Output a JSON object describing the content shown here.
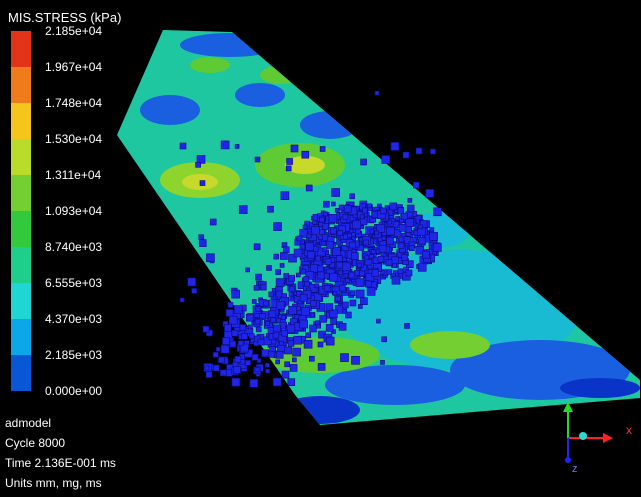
{
  "viewer": {
    "title": "MIS.STRESS (kPa)",
    "legend_ticks": [
      "2.185e+04",
      "1.967e+04",
      "1.748e+04",
      "1.530e+04",
      "1.311e+04",
      "1.093e+04",
      "8.740e+03",
      "6.555e+03",
      "4.370e+03",
      "2.185e+03",
      "0.000e+00"
    ],
    "legend_colors": [
      "#e33318",
      "#f07b1a",
      "#f5c51c",
      "#b9dc2b",
      "#73cf32",
      "#32c93c",
      "#1ecf8b",
      "#1fd6d4",
      "#0ba7e9",
      "#0a57d6"
    ],
    "info": {
      "model": "admodel",
      "cycle": "Cycle 8000",
      "time": "Time 2.136E-001 ms",
      "units": "Units mm, mg, ms"
    },
    "axes": {
      "x": "x",
      "z": "z"
    },
    "colors": {
      "background": "#000000",
      "plate_base": "#1ec7a0",
      "particles": "#1f26e6",
      "axis_x": "#ff2020",
      "axis_y": "#22dd22",
      "axis_z": "#2222ff"
    }
  }
}
